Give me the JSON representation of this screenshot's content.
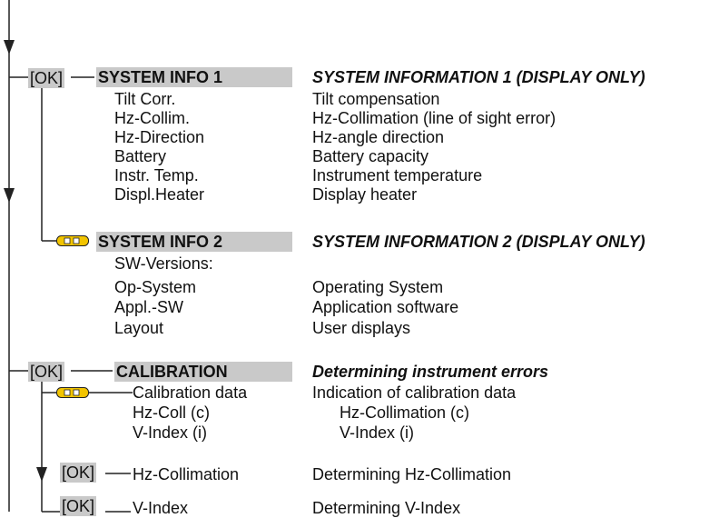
{
  "ok_label": "[OK]",
  "section1": {
    "title": "SYSTEM INFO 1",
    "heading": "SYSTEM INFORMATION 1 (DISPLAY ONLY)",
    "rows": [
      {
        "item": "Tilt Corr.",
        "desc": "Tilt compensation"
      },
      {
        "item": "Hz-Collim.",
        "desc": "Hz-Collimation (line of sight error)"
      },
      {
        "item": "Hz-Direction",
        "desc": "Hz-angle direction"
      },
      {
        "item": "Battery",
        "desc": "Battery capacity"
      },
      {
        "item": "Instr. Temp.",
        "desc": "Instrument temperature"
      },
      {
        "item": "Displ.Heater",
        "desc": "Display heater"
      }
    ]
  },
  "section2": {
    "title": "SYSTEM INFO 2",
    "heading": "SYSTEM INFORMATION 2 (DISPLAY ONLY)",
    "subtitle": "SW-Versions:",
    "rows": [
      {
        "item": "Op-System",
        "desc": "Operating System"
      },
      {
        "item": "Appl.-SW",
        "desc": "Application software"
      },
      {
        "item": "Layout",
        "desc": "User displays"
      }
    ]
  },
  "section3": {
    "title": "CALIBRATION",
    "heading": "Determining instrument errors",
    "cal_item": "Calibration data",
    "cal_desc": "Indication of calibration data",
    "sub_rows": [
      {
        "item": "Hz-Coll (c)",
        "desc": "Hz-Collimation (c)"
      },
      {
        "item": "V-Index (i)",
        "desc": "V-Index (i)"
      }
    ],
    "hz_item": "Hz-Collimation",
    "hz_desc": "Determining Hz-Collimation",
    "v_item": "V-Index",
    "v_desc": "Determining V-Index"
  },
  "colors": {
    "highlight": "#c9c9c9",
    "key_icon": "#f2c400"
  }
}
